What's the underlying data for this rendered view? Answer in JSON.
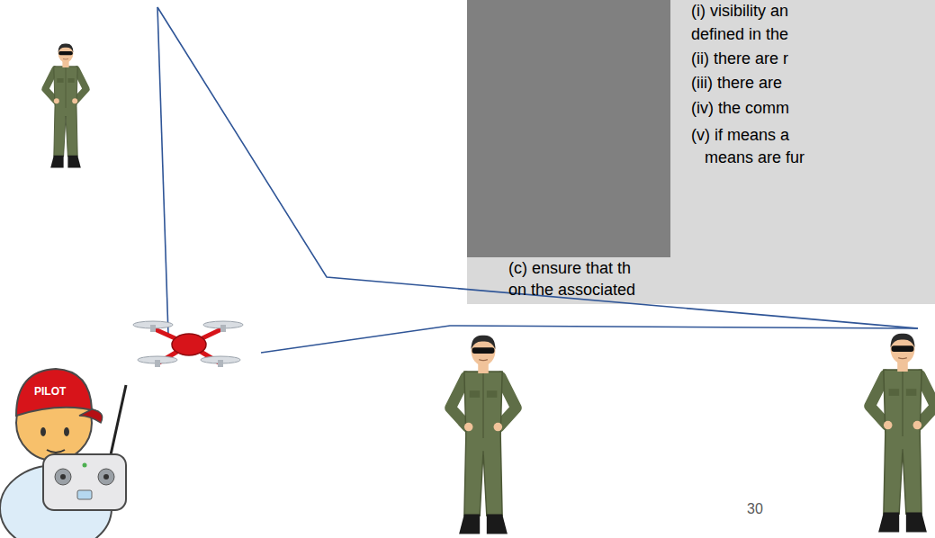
{
  "diagram": {
    "labels": [
      "(i) visibility an",
      "defined in the",
      "(ii) there are r",
      "(iii) there are",
      "(iv) the comm",
      "(v) if means a",
      "means are fur",
      "(c) ensure that th",
      "on the associated",
      "PILOT",
      "30"
    ]
  }
}
